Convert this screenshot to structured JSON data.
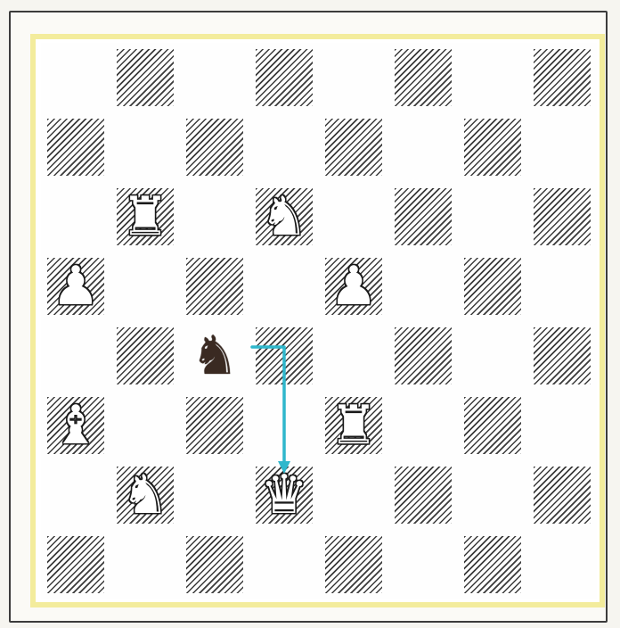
{
  "board": {
    "light_color": "#fefefe",
    "dark_color": "#3b3b3b",
    "border_color": "#f3ec9c",
    "pieces": [
      {
        "square": "b6",
        "type": "rook",
        "color": "white",
        "glyph": "♜"
      },
      {
        "square": "d6",
        "type": "knight",
        "color": "white",
        "glyph": "♞"
      },
      {
        "square": "a5",
        "type": "pawn",
        "color": "white",
        "glyph": "♟"
      },
      {
        "square": "e5",
        "type": "pawn",
        "color": "white",
        "glyph": "♟"
      },
      {
        "square": "c4",
        "type": "knight",
        "color": "black",
        "glyph": "♞"
      },
      {
        "square": "a3",
        "type": "bishop",
        "color": "white",
        "glyph": "♝"
      },
      {
        "square": "e3",
        "type": "rook",
        "color": "white",
        "glyph": "♜"
      },
      {
        "square": "b2",
        "type": "knight",
        "color": "white",
        "glyph": "♞"
      },
      {
        "square": "d2",
        "type": "queen",
        "color": "white",
        "glyph": "♛"
      }
    ],
    "arrow": {
      "from": "c4",
      "to": "d2",
      "color": "#2fb7cc"
    }
  }
}
